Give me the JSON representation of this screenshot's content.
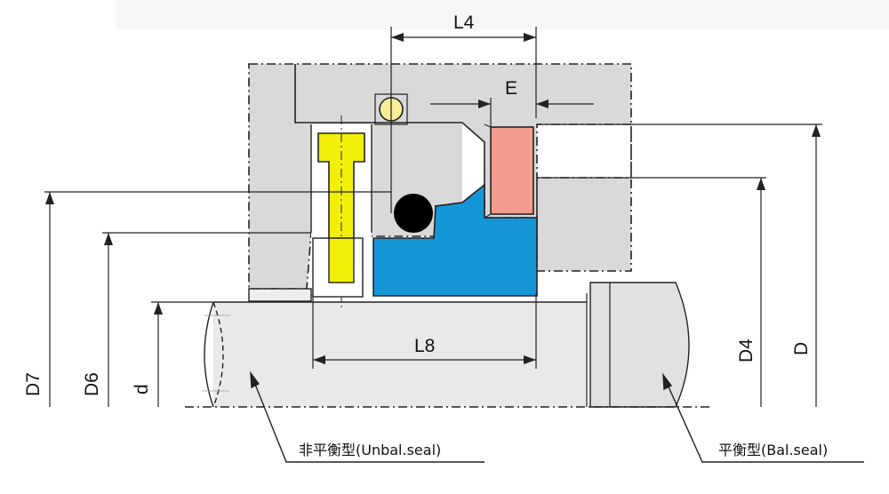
{
  "labels": {
    "L4": "L4",
    "E": "E",
    "L8": "L8",
    "D7": "D7",
    "D6": "D6",
    "d": "d",
    "D4": "D4",
    "D": "D"
  },
  "captions": {
    "unbalanced": "非平衡型(Unbal.seal)",
    "balanced": "平衡型(Bal.seal)"
  },
  "colors": {
    "housing": "#d9d9d9",
    "shaft": "#e9e9e9",
    "screw": "#f2ef0a",
    "seat": "#f29b8f",
    "seal_ring": "#1596d6",
    "o_ring_small": "#f7ee9a",
    "o_ring_large": "#000000",
    "line": "#222222"
  }
}
